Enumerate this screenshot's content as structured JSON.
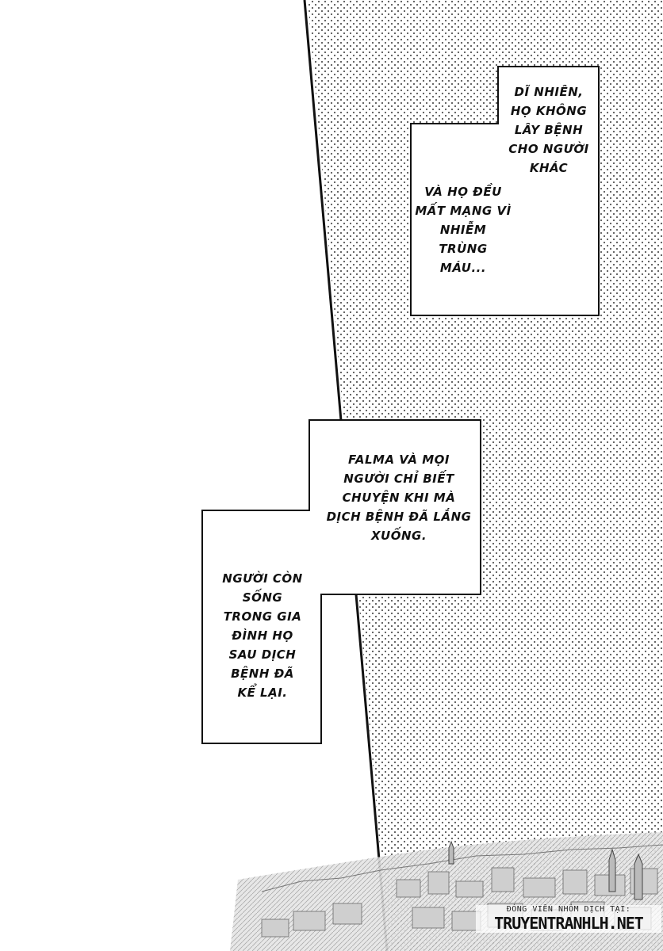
{
  "bubbles": {
    "top_right": "DĨ NHIÊN,\nHỌ KHÔNG\nLÂY BỆNH\nCHO NGƯỜI\nKHÁC",
    "top_left": "VÀ HỌ ĐỀU\nMẤT MẠNG VÌ\nNHIỄM TRÙNG\nMÁU...",
    "middle_right": "FALMA VÀ MỌI\nNGƯỜI CHỈ BIẾT\nCHUYỆN KHI MÀ\nDỊCH BỆNH ĐÃ LẮNG\nXUỐNG.",
    "middle_left": "NGƯỜI CÒN\nSỐNG\nTRONG GIA\nĐÌNH HỌ\nSAU DỊCH\nBỆNH ĐÃ\nKỂ LẠI."
  },
  "credit": {
    "line1": "ĐÓNG VIÊN NHÓM DỊCH TẠI:",
    "line2": "TRUYENTRANHLH.NET"
  }
}
